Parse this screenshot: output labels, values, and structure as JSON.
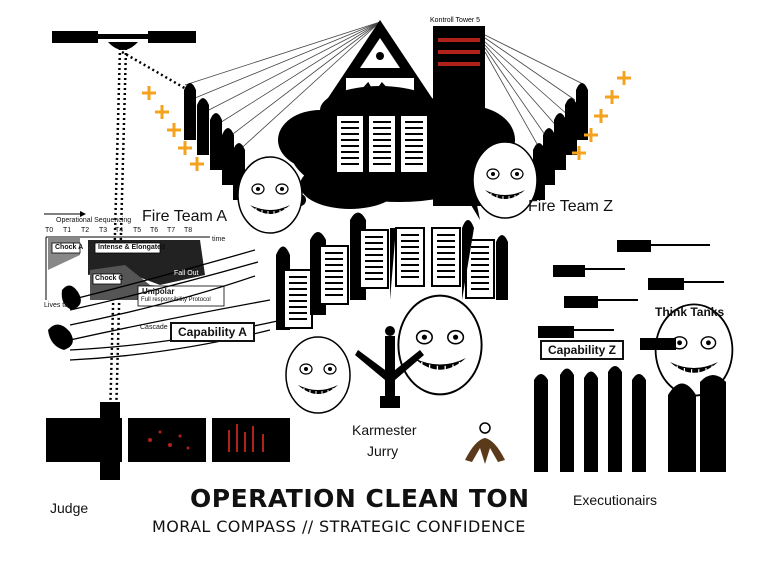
{
  "title": "OPERATION CLEAN TON",
  "subtitle": "MORAL COMPASS // STRATEGIC CONFIDENCE",
  "tower_label": "Kontroll Tower 5",
  "labels": {
    "fire_team_a": "Fire Team A",
    "fire_team_z": "Fire Team Z",
    "capability_a": "Capability A",
    "capability_z": "Capability Z",
    "think_tanks": "Think Tanks",
    "karmester": "Karmester",
    "jurry": "Jurry",
    "judge": "Judge",
    "executionairs": "Executionairs"
  },
  "diagram": {
    "heading": "Operational Sequencing",
    "time_ticks": [
      "T0",
      "T1",
      "T2",
      "T3",
      "T4",
      "T5",
      "T6",
      "T7",
      "T8"
    ],
    "time_axis": "time",
    "chock_a": "Chock A",
    "chock_c": "Chock C",
    "intense": "Intense & Elongated",
    "fall_out": "Fall Out",
    "unipolar": "Unipolar",
    "unipolar_sub": "Full responsibility Protocol",
    "lives_axis": "Lives ta",
    "bottom_note": "Cascade"
  },
  "colors": {
    "ink": "#000000",
    "accent_orange": "#f5a31f",
    "accent_red": "#b0221a",
    "paper": "#ffffff"
  }
}
